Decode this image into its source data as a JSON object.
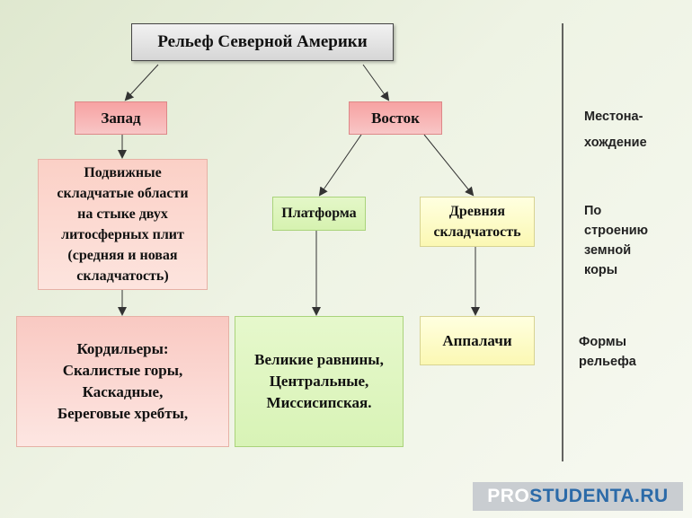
{
  "title": "Рельеф Северной Америки",
  "west": {
    "label": "Запад",
    "tectonic_lines": [
      "Подвижные",
      "складчатые области",
      "на стыке двух",
      "литосферных плит",
      "(средняя и новая",
      "складчатость)"
    ],
    "relief_lines": [
      "Кордильеры:",
      "Скалистые горы,",
      "Каскадные,",
      "Береговые хребты,"
    ]
  },
  "east": {
    "label": "Восток",
    "platform": {
      "label": "Платформа",
      "relief_lines": [
        "Великие равнины,",
        "Центральные,",
        "Миссисипская."
      ]
    },
    "old_folding": {
      "label_lines": [
        "Древняя",
        "складчатость"
      ],
      "relief_lines": [
        "Аппалачи"
      ]
    }
  },
  "side_labels": {
    "location_lines": [
      "Местона-",
      "хождение"
    ],
    "structure_lines": [
      "По",
      "строению",
      "земной",
      "коры"
    ],
    "forms_lines": [
      "Формы",
      "рельефа"
    ]
  },
  "watermark": {
    "part1": "PRO",
    "part2": "STUDENTA.RU"
  },
  "colors": {
    "pink": "#f7a2a2",
    "light_pink": "#fbd0c6",
    "green": "#d6f2b0",
    "yellow": "#fbf8b3",
    "watermark_bg": "#c9cdd1",
    "watermark_blue": "#2b6aa8"
  }
}
